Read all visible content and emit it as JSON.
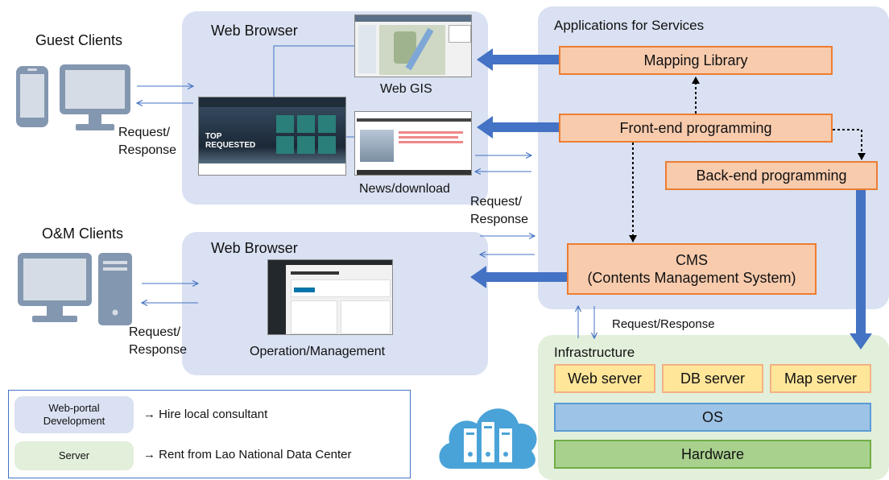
{
  "guest_clients": {
    "title": "Guest Clients",
    "request_response": [
      "Request/",
      "Response"
    ]
  },
  "om_clients": {
    "title": "O&M Clients",
    "request_response": [
      "Request/",
      "Response"
    ]
  },
  "web_browser_top": {
    "title": "Web Browser",
    "web_gis_label": "Web GIS",
    "news_label": "News/download",
    "portal_banner_text": [
      "TOP",
      "REQUESTED"
    ]
  },
  "middle_request_response": [
    "Request/",
    "Response"
  ],
  "web_browser_bottom": {
    "title": "Web Browser",
    "operation_label": "Operation/Management"
  },
  "applications": {
    "title": "Applications for Services",
    "mapping_library": "Mapping Library",
    "front_end": "Front-end programming",
    "back_end": "Back-end programming",
    "cms": [
      "CMS",
      "(Contents Management System)"
    ]
  },
  "infra_request_response": "Request/Response",
  "infrastructure": {
    "title": "Infrastructure",
    "servers": [
      "Web server",
      "DB server",
      "Map server"
    ],
    "os": "OS",
    "hardware": "Hardware"
  },
  "legend": {
    "items": [
      {
        "pill": [
          "Web-portal",
          "Development"
        ],
        "text": "→ Hire local consultant",
        "color": "#d9e1f2"
      },
      {
        "pill": [
          "Server"
        ],
        "text": "→ Rent from Lao National Data Center",
        "color": "#e2efda"
      }
    ]
  },
  "colors": {
    "panel_blue": "#d9e1f2",
    "panel_green": "#e2efda",
    "arrow_blue": "#4472c4",
    "orange_fill": "#f8cbad",
    "orange_border": "#ed7d31",
    "server_fill": "#ffe699",
    "os_fill": "#9dc3e6",
    "hardware_fill": "#a9d18e",
    "device_gray": "#8497b0",
    "cloud_blue": "#4aa3d8"
  }
}
